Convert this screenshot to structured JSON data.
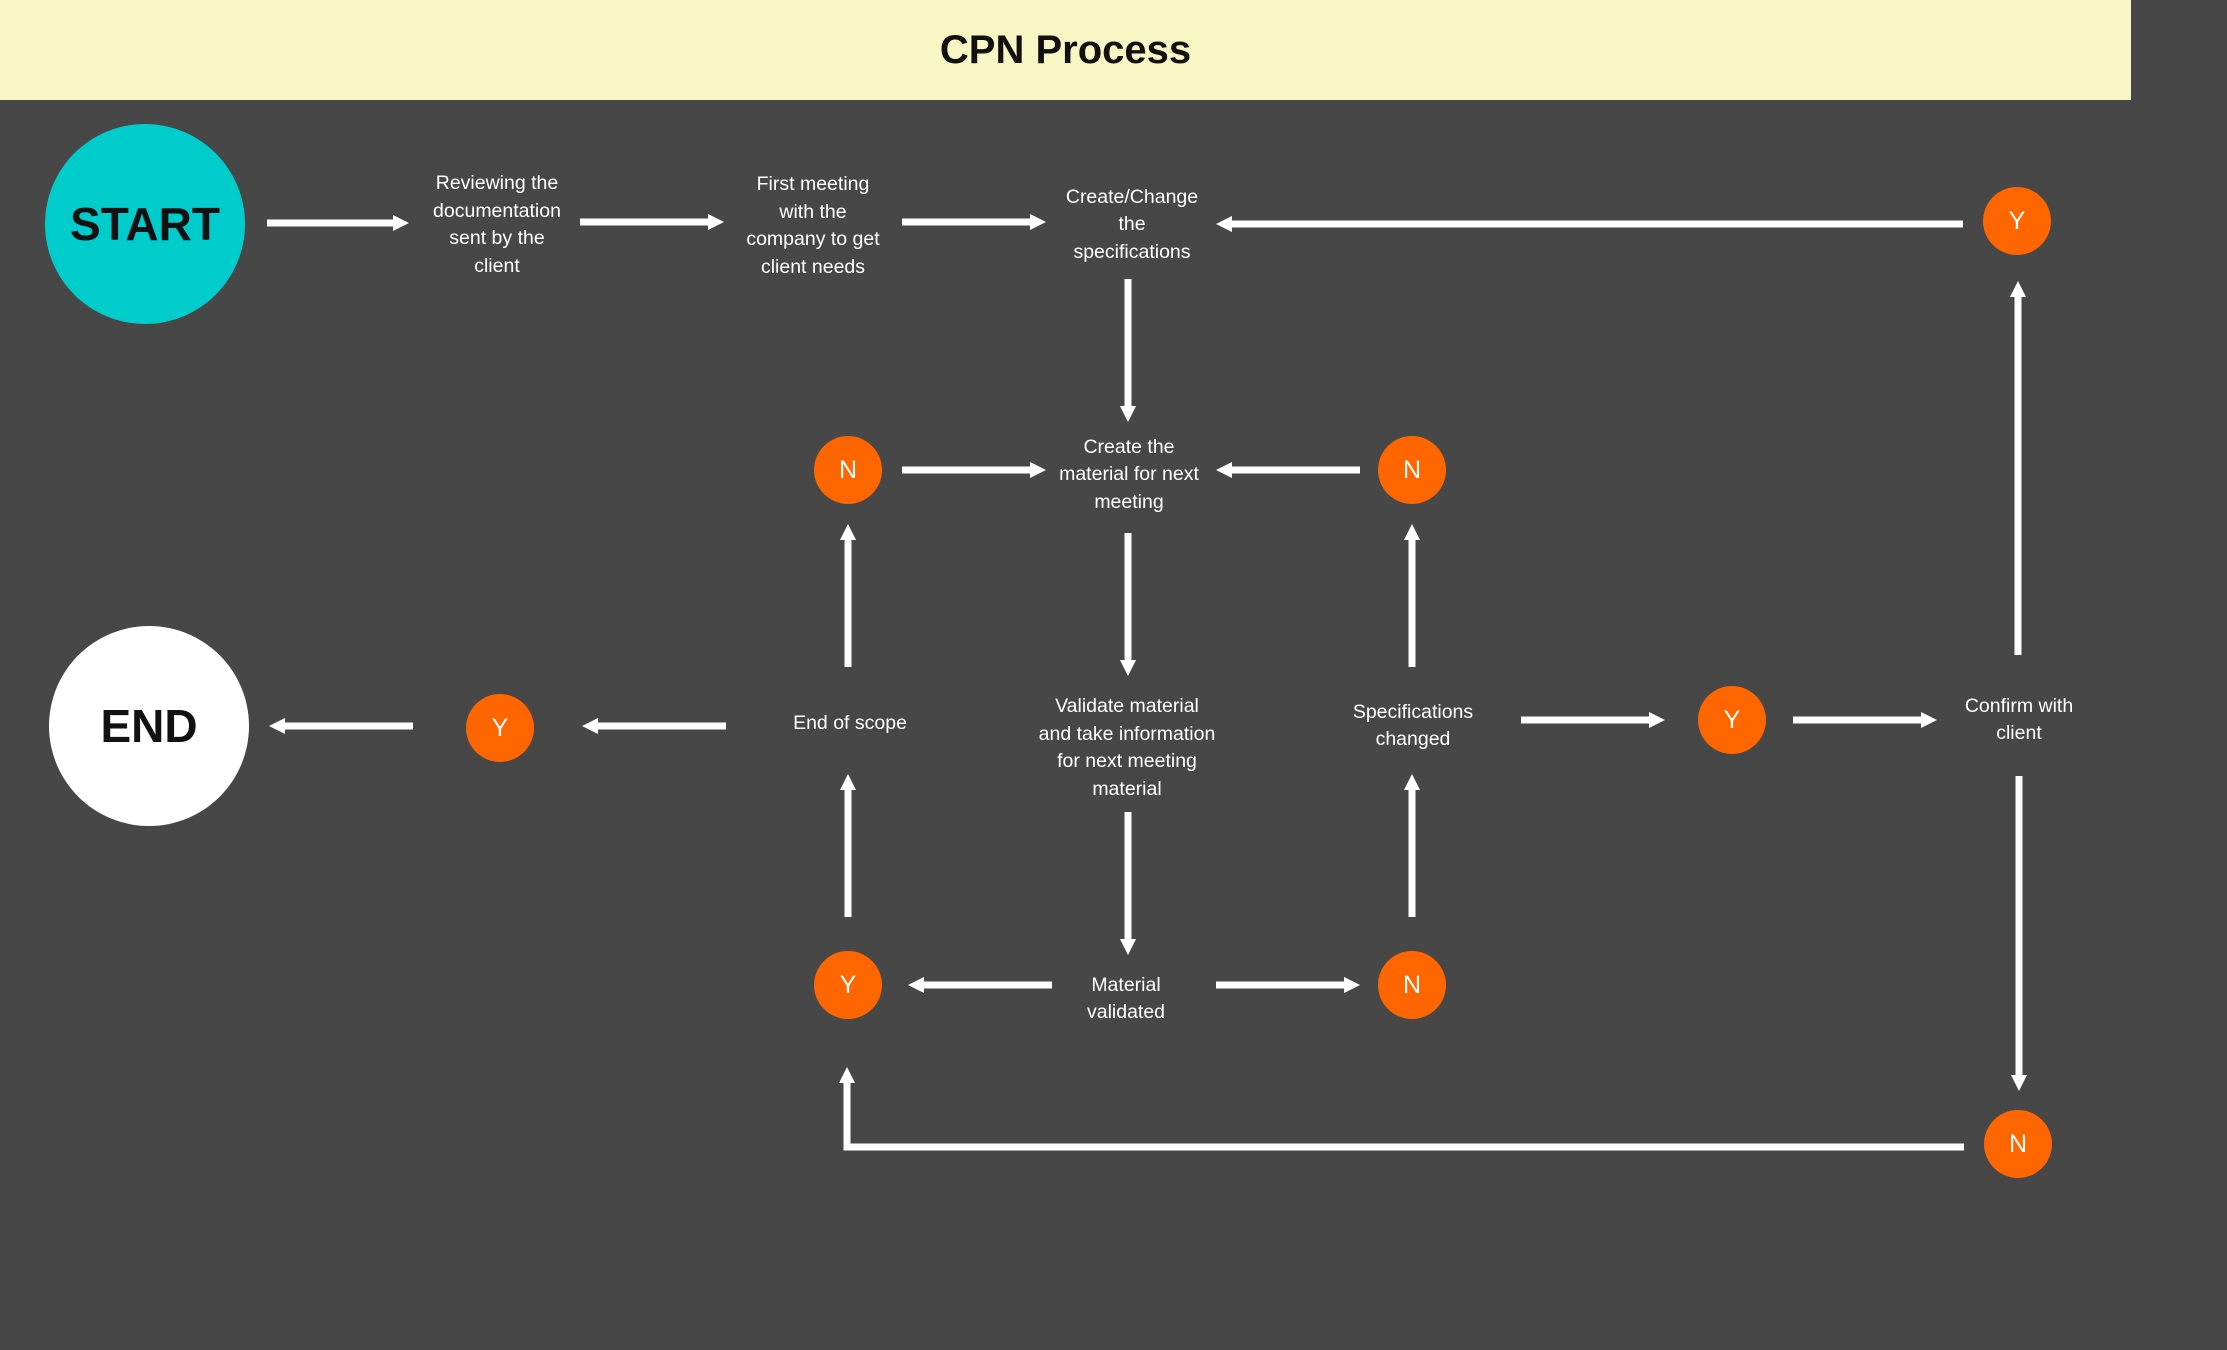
{
  "header": {
    "title": "CPN Process"
  },
  "colors": {
    "background": "#474747",
    "header_background": "#f8f6c4",
    "start_fill": "#00cccc",
    "end_fill": "#ffffff",
    "decision_fill": "#ff6600",
    "connector": "#ffffff"
  },
  "terminals": {
    "start": {
      "label": "START"
    },
    "end": {
      "label": "END"
    }
  },
  "steps": {
    "review_docs": {
      "lines": [
        "Reviewing the",
        "documentation",
        "sent by the",
        "client"
      ]
    },
    "first_meeting": {
      "lines": [
        "First meeting",
        "with the",
        "company to get",
        "client needs"
      ]
    },
    "create_change_specs": {
      "lines": [
        "Create/Change",
        "the",
        "specifications"
      ]
    },
    "create_material": {
      "lines": [
        "Create the",
        "material for next",
        "meeting"
      ]
    },
    "validate_material": {
      "lines": [
        "Validate material",
        "and take information",
        "for next meeting",
        "material"
      ]
    },
    "end_of_scope": {
      "lines": [
        "End of scope"
      ]
    },
    "specs_changed": {
      "lines": [
        "Specifications",
        "changed"
      ]
    },
    "confirm_client": {
      "lines": [
        "Confirm with",
        "client"
      ]
    },
    "material_validated": {
      "lines": [
        "Material",
        "validated"
      ]
    }
  },
  "decisions": {
    "confirm_yes": {
      "label": "Y"
    },
    "confirm_no": {
      "label": "N"
    },
    "scope_no": {
      "label": "N"
    },
    "specs_no": {
      "label": "N"
    },
    "scope_yes": {
      "label": "Y"
    },
    "specs_yes": {
      "label": "Y"
    },
    "validated_yes": {
      "label": "Y"
    },
    "validated_no": {
      "label": "N"
    }
  }
}
